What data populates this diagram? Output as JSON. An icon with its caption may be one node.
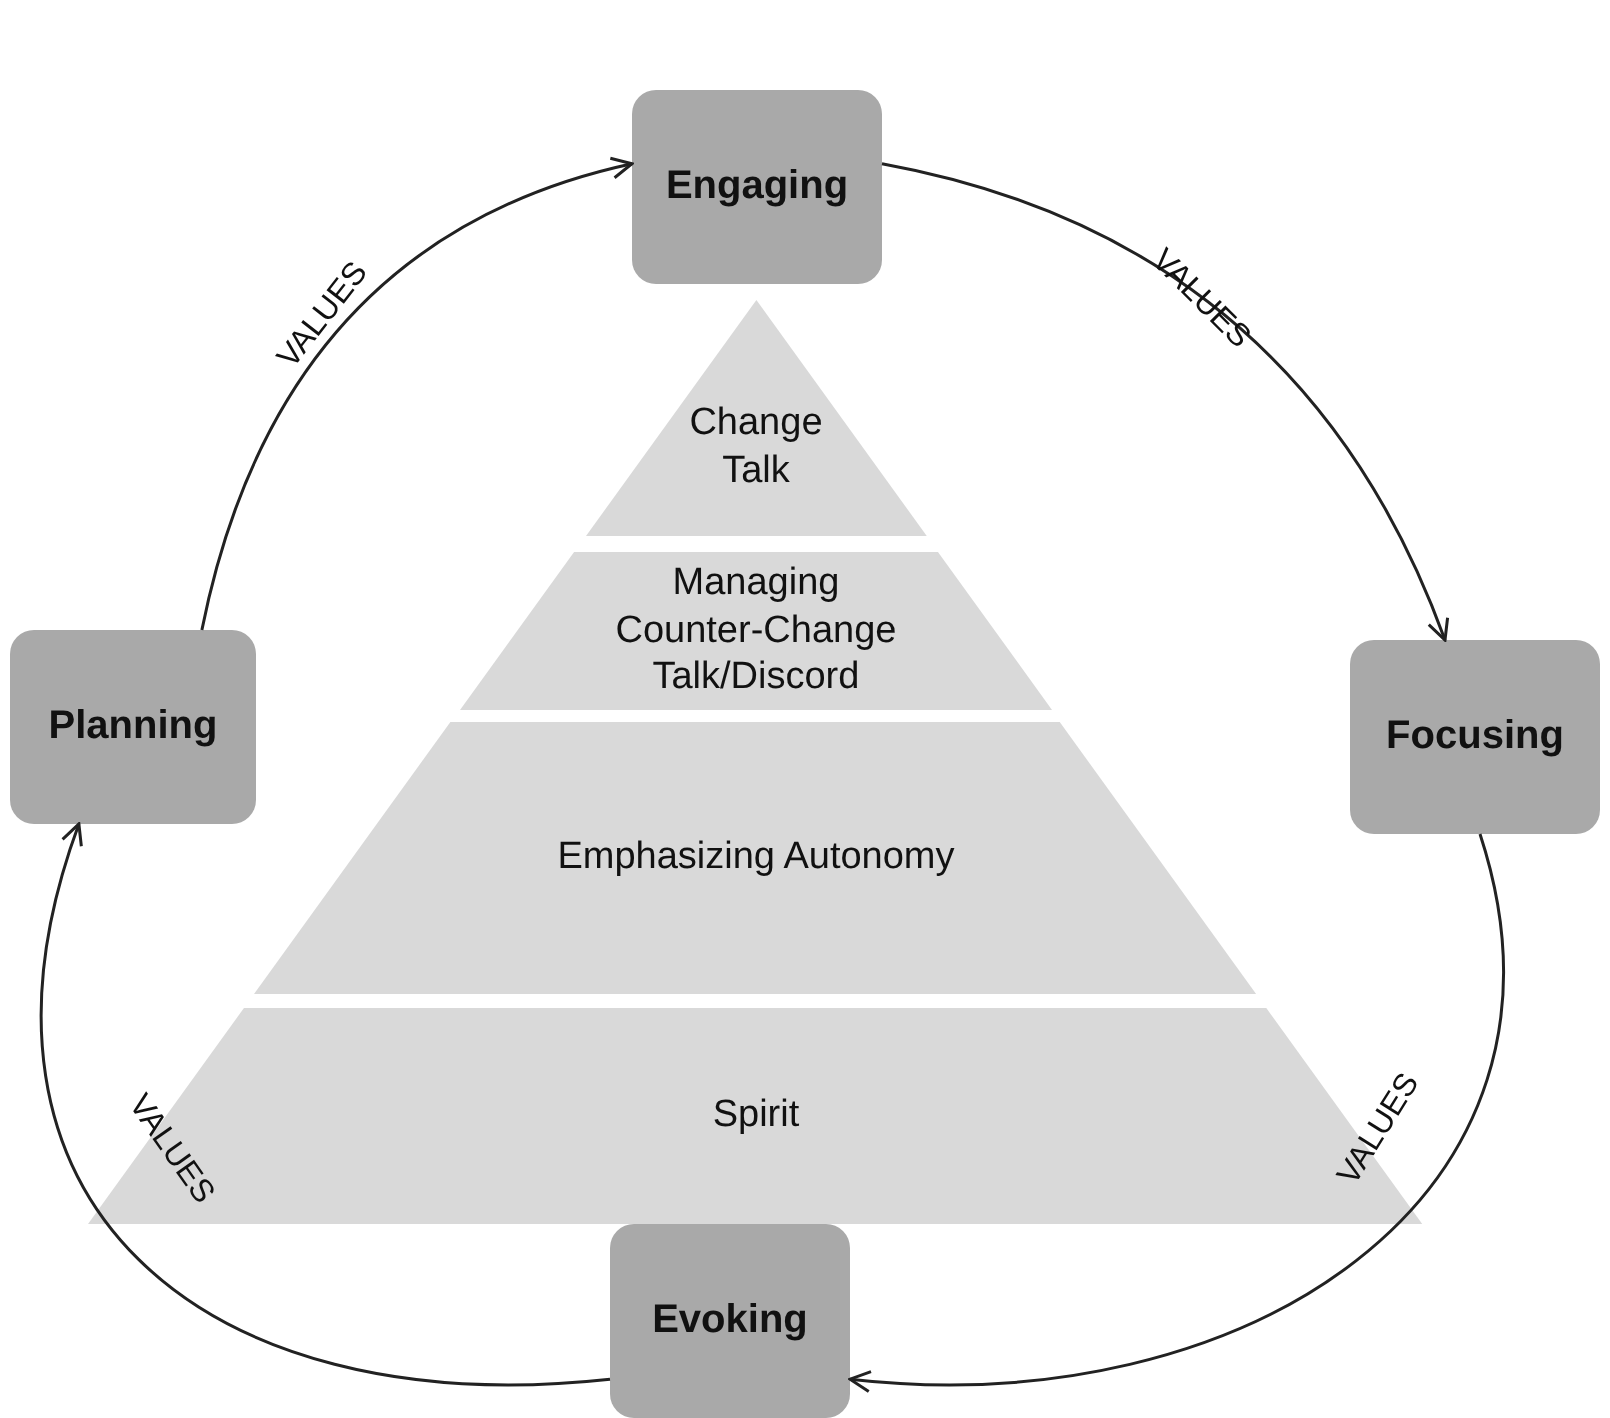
{
  "diagram": {
    "nodes": [
      {
        "text": [
          "Engaging"
        ]
      },
      {
        "text": [
          "Planning"
        ]
      },
      {
        "text": [
          "Change Talk"
        ]
      },
      {
        "text": [
          "Managing Counter-Change Talk/Discord"
        ]
      },
      {
        "text": [
          "Focusing"
        ]
      },
      {
        "text": [
          "Emphasizing Autonomy"
        ]
      },
      {
        "text": [
          "Spirit"
        ]
      },
      {
        "text": [
          "Evoking"
        ]
      }
    ],
    "edges": [
      {
        "from": 1,
        "to": 0,
        "arrow": "to",
        "label": "VALUES"
      },
      {
        "from": 0,
        "to": 4,
        "arrow": "to",
        "label": "VALUES"
      },
      {
        "from": 4,
        "to": 7,
        "arrow": "to",
        "label": "VALUES"
      },
      {
        "from": 7,
        "to": 1,
        "arrow": "to",
        "label": "VALUES"
      }
    ]
  }
}
